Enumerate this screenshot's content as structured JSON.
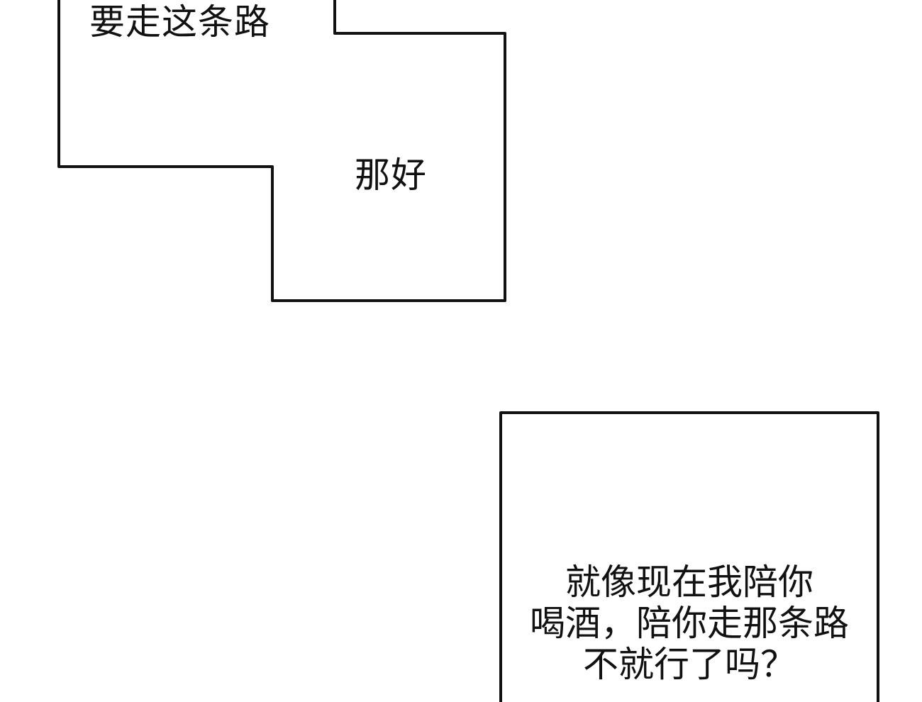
{
  "panel_top": {
    "bubble_text_1": "要走这条路",
    "bubble_text_2": "那好"
  },
  "panel_bottom": {
    "lines": [
      "就像现在我陪你",
      "喝酒，陪你走那条路",
      "不就行了吗？"
    ]
  },
  "colors": {
    "background": "#ffffff",
    "line": "#111111",
    "text": "#111111"
  }
}
